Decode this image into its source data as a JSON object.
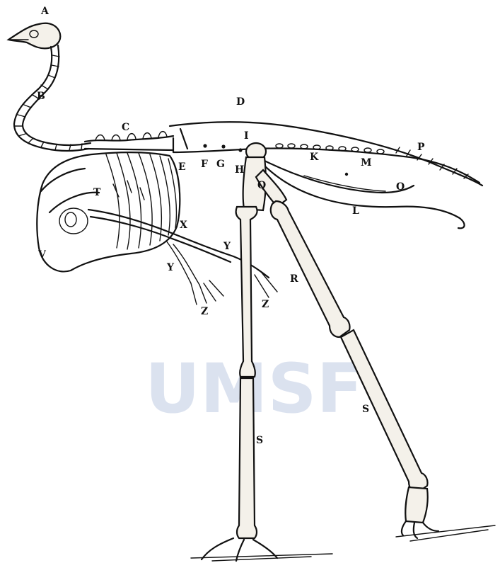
{
  "watermark": {
    "text": "UMSF",
    "color": "#c9d3e8"
  },
  "figure": {
    "line_color": "#111111",
    "background": "#ffffff"
  },
  "labels": [
    {
      "id": "A",
      "text": "A"
    },
    {
      "id": "B",
      "text": "B"
    },
    {
      "id": "C",
      "text": "C"
    },
    {
      "id": "D",
      "text": "D"
    },
    {
      "id": "E",
      "text": "E"
    },
    {
      "id": "F",
      "text": "F"
    },
    {
      "id": "G",
      "text": "G"
    },
    {
      "id": "H",
      "text": "H"
    },
    {
      "id": "I",
      "text": "I"
    },
    {
      "id": "K",
      "text": "K"
    },
    {
      "id": "M",
      "text": "M"
    },
    {
      "id": "P",
      "text": "P"
    },
    {
      "id": "O",
      "text": "O"
    },
    {
      "id": "Q",
      "text": "Q"
    },
    {
      "id": "L",
      "text": "L"
    },
    {
      "id": "T",
      "text": "T"
    },
    {
      "id": "V",
      "text": "V"
    },
    {
      "id": "X",
      "text": "X"
    },
    {
      "id": "Y1",
      "text": "Y"
    },
    {
      "id": "Y2",
      "text": "Y"
    },
    {
      "id": "Z1",
      "text": "Z"
    },
    {
      "id": "Z2",
      "text": "Z"
    },
    {
      "id": "R",
      "text": "R"
    },
    {
      "id": "S1",
      "text": "S"
    },
    {
      "id": "S2",
      "text": "S"
    }
  ]
}
